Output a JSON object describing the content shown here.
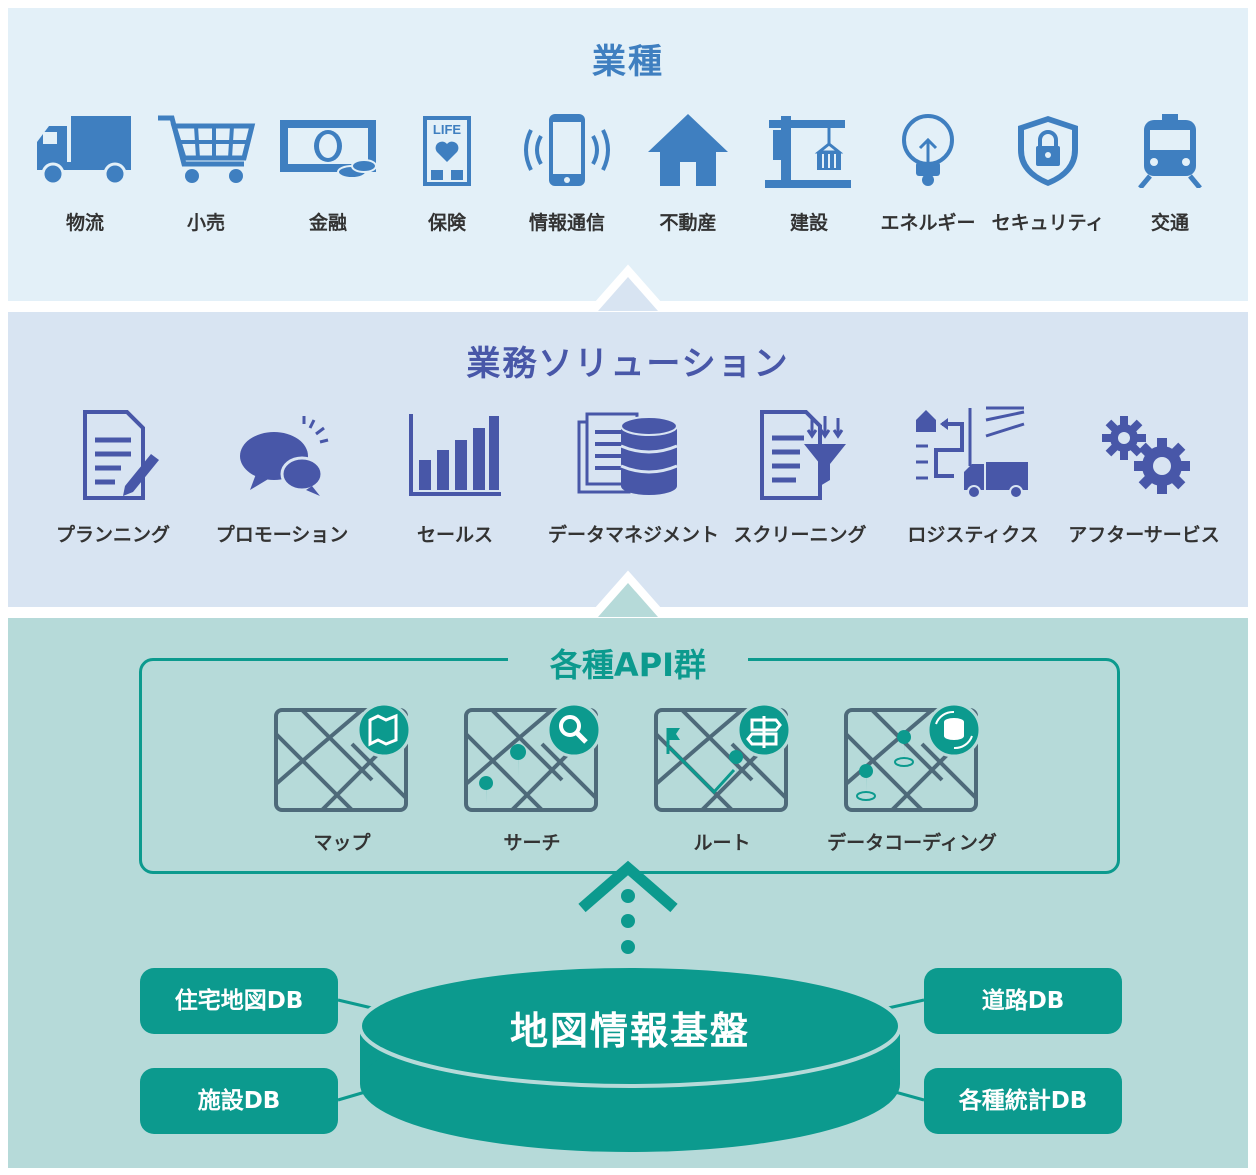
{
  "industry": {
    "title": "業種",
    "items": [
      {
        "label": "物流",
        "icon": "truck-icon"
      },
      {
        "label": "小売",
        "icon": "shopping-cart-icon"
      },
      {
        "label": "金融",
        "icon": "money-icon"
      },
      {
        "label": "保険",
        "icon": "life-insurance-icon"
      },
      {
        "label": "情報通信",
        "icon": "smartphone-icon"
      },
      {
        "label": "不動産",
        "icon": "house-icon"
      },
      {
        "label": "建設",
        "icon": "crane-icon"
      },
      {
        "label": "エネルギー",
        "icon": "lightbulb-icon"
      },
      {
        "label": "セキュリティ",
        "icon": "shield-lock-icon"
      },
      {
        "label": "交通",
        "icon": "train-icon"
      }
    ]
  },
  "solutions": {
    "title": "業務ソリューション",
    "items": [
      {
        "label": "プランニング",
        "icon": "document-pen-icon"
      },
      {
        "label": "プロモーション",
        "icon": "speech-bubbles-icon"
      },
      {
        "label": "セールス",
        "icon": "bar-chart-icon"
      },
      {
        "label": "データマネジメント",
        "icon": "database-icon"
      },
      {
        "label": "スクリーニング",
        "icon": "document-filter-icon"
      },
      {
        "label": "ロジスティクス",
        "icon": "logistics-route-icon"
      },
      {
        "label": "アフターサービス",
        "icon": "gears-icon"
      }
    ]
  },
  "api": {
    "title": "各種API群",
    "items": [
      {
        "label": "マップ",
        "icon": "map-icon"
      },
      {
        "label": "サーチ",
        "icon": "search-icon"
      },
      {
        "label": "ルート",
        "icon": "signpost-icon"
      },
      {
        "label": "データコーディング",
        "icon": "geocoding-icon"
      }
    ]
  },
  "platform": {
    "core": "地図情報基盤",
    "dbs": {
      "housing": "住宅地図DB",
      "facility": "施設DB",
      "road": "道路DB",
      "statistics": "各種統計DB"
    }
  },
  "colors": {
    "industry_blue": "#3f7fc0",
    "solution_indigo": "#4857a8",
    "platform_teal": "#0c9a8e"
  }
}
